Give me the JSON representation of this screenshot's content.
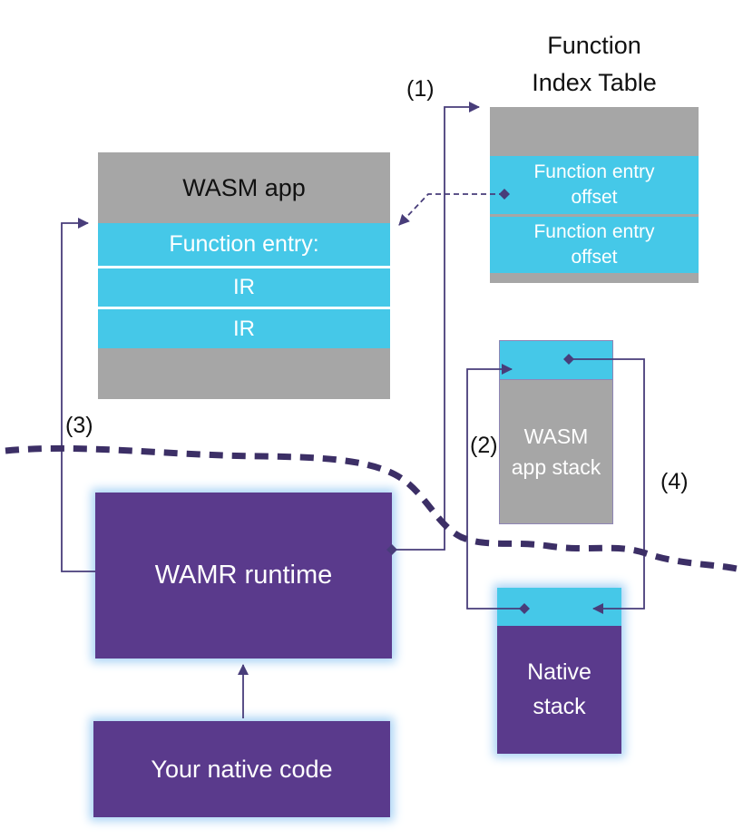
{
  "colors": {
    "box_gray": "#a6a6a6",
    "box_cyan": "#45c8e8",
    "box_purple": "#5a3a8c",
    "connector": "#483d7a",
    "divider_dash": "#3c2f66",
    "glow": "#a9d3f5",
    "text_dark": "#111111",
    "text_light": "#ffffff"
  },
  "function_index_table": {
    "title_lines": [
      "Function",
      "Index Table"
    ],
    "rows": [
      {
        "label": "Function entry offset"
      },
      {
        "label": "Function entry offset"
      }
    ]
  },
  "wasm_app": {
    "header": "WASM app",
    "rows": [
      {
        "label": "Function entry:"
      },
      {
        "label": "IR"
      },
      {
        "label": "IR"
      }
    ]
  },
  "wasm_app_stack": {
    "label": "WASM app stack"
  },
  "native_stack": {
    "label": "Native stack"
  },
  "wamr_runtime": {
    "label": "WAMR runtime"
  },
  "your_native_code": {
    "label": "Your native code"
  },
  "step_labels": {
    "step1": "(1)",
    "step2": "(2)",
    "step3": "(3)",
    "step4": "(4)"
  }
}
